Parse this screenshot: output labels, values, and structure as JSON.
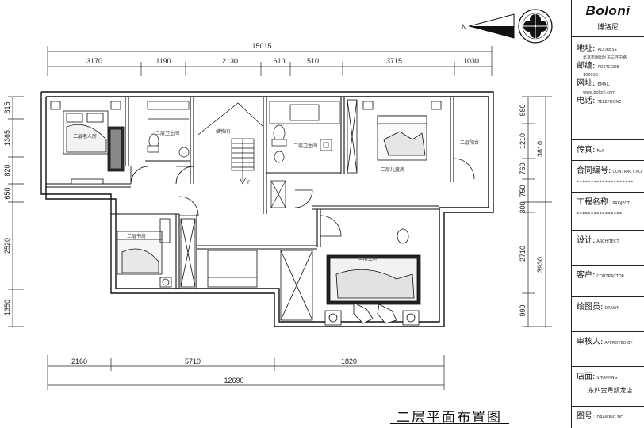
{
  "drawing": {
    "title": "二层平面布置图",
    "north_label": "N"
  },
  "dimensions": {
    "top_total": "15015",
    "top_segments": [
      "3170",
      "1190",
      "2130",
      "610",
      "1510",
      "3715",
      "1030"
    ],
    "left_segments": [
      "815",
      "1365",
      "820",
      "650",
      "2520",
      "1350"
    ],
    "right_inner_segments": [
      "880",
      "1210",
      "760",
      "750",
      "300",
      "2710",
      "990"
    ],
    "right_outer_segments": [
      "3610",
      "3930"
    ],
    "bottom_segments": [
      "2160",
      "5710",
      "1820"
    ],
    "bottom_total": "12690"
  },
  "rooms": {
    "room_a": "二层老人房",
    "room_b": "二层卫生间",
    "room_c": "储物间",
    "room_d": "二层卫生间",
    "room_e": "二层儿童房",
    "room_f": "二层阳台",
    "room_g": "二层书房",
    "room_h": "二层主卧",
    "stair_mark": "F"
  },
  "title_block": {
    "brand": "Boloni",
    "brand_cn": "博洛尼",
    "address_label": "地址:",
    "address_value": "ADDRESS",
    "address_sub": "北京市朝阳区东三环中路",
    "postcode_label": "邮编:",
    "postcode_value": "POSTCODE",
    "postcode_sub": "100020",
    "web_label": "网址:",
    "web_value": "EMAIL",
    "web_sub": "www.boloni.com",
    "phone_label": "电话:",
    "phone_value": "TELEPHONE",
    "fax_label": "传真:",
    "fax_value": "FAX",
    "contract_label": "合同编号:",
    "contract_value": "CONTRACT NO",
    "contract_stars": "********************",
    "project_label": "工程名称:",
    "project_value": "PROJECT",
    "project_stars": "****************",
    "designer_label": "设计:",
    "designer_value": "ARCHITECT",
    "client_label": "客户:",
    "client_value": "CONTRACTOR",
    "drawer_label": "绘图员:",
    "drawer_value": "DRAWN",
    "checker_label": "审核人:",
    "checker_value": "APPROVED BY",
    "shop_label": "店面:",
    "shop_value": "SHOPPING",
    "shop_name": "东四金粤凯龙店",
    "drawing_no_label": "图号:",
    "drawing_no_value": "DRAWING NO"
  }
}
